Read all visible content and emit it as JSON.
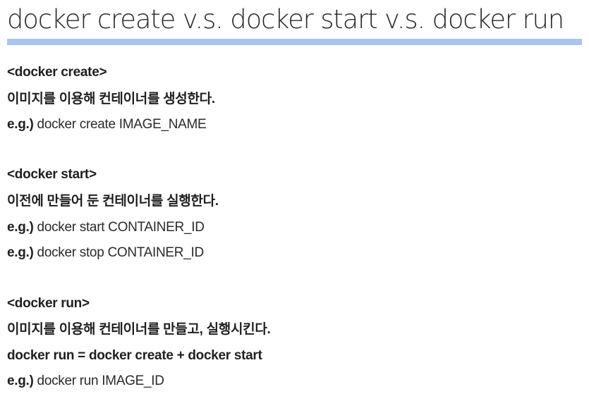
{
  "title": "docker create v.s. docker start v.s. docker run",
  "sections": [
    {
      "heading": "<docker create>",
      "description": "이미지를 이용해 컨테이너를 생성한다.",
      "examples": [
        {
          "prefix": "e.g.)",
          "command": "docker create IMAGE_NAME"
        }
      ]
    },
    {
      "heading": "<docker start>",
      "description": "이전에 만들어 둔 컨테이너를 실행한다.",
      "examples": [
        {
          "prefix": "e.g.)",
          "command": "docker start CONTAINER_ID"
        },
        {
          "prefix": "e.g.)",
          "command": "docker stop CONTAINER_ID"
        }
      ]
    },
    {
      "heading": "<docker run>",
      "description": "이미지를 이용해 컨테이너를 만들고, 실행시킨다.",
      "equation": "docker run = docker create + docker start",
      "examples": [
        {
          "prefix": "e.g.)",
          "command": "docker run IMAGE_ID"
        }
      ]
    }
  ],
  "colors": {
    "underline": "#a9c6ee",
    "text": "#222222"
  }
}
